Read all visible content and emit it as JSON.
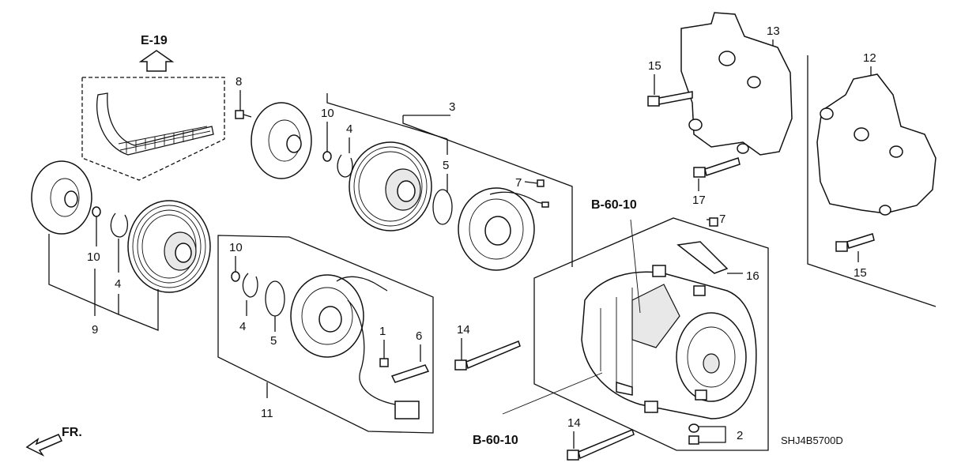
{
  "refs": {
    "e19": "E-19",
    "b6010_top": "B-60-10",
    "b6010_bottom": "B-60-10",
    "front": "FR."
  },
  "labels": {
    "n1": "1",
    "n2": "2",
    "n3": "3",
    "n4a": "4",
    "n4b": "4",
    "n4c": "4",
    "n5a": "5",
    "n5b": "5",
    "n6": "6",
    "n7a": "7",
    "n7b": "7",
    "n8": "8",
    "n9": "9",
    "n10a": "10",
    "n10b": "10",
    "n10c": "10",
    "n11": "11",
    "n12": "12",
    "n13": "13",
    "n14a": "14",
    "n14b": "14",
    "n15a": "15",
    "n15b": "15",
    "n16": "16",
    "n17": "17"
  },
  "diagram_code": "SHJ4B5700D"
}
